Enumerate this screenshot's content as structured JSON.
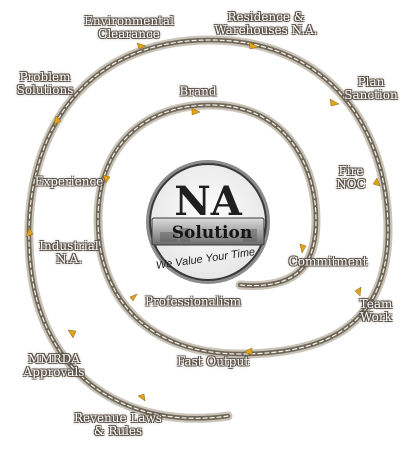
{
  "diagram": {
    "logo": {
      "title": "NA",
      "subtitle": "Solution",
      "tagline": "We Value Your Time"
    },
    "outer_ring_labels": [
      {
        "id": "environmental-clearance",
        "lines": [
          "Environmental",
          "Clearance"
        ]
      },
      {
        "id": "residence-warehouses-na",
        "lines": [
          "Residence &",
          "Warehouses N.A."
        ]
      },
      {
        "id": "plan-sanction",
        "lines": [
          "Plan",
          "Sanction"
        ]
      },
      {
        "id": "fire-noc",
        "lines": [
          "Fire",
          "NOC"
        ]
      },
      {
        "id": "team-work",
        "lines": [
          "Team",
          "Work"
        ]
      },
      {
        "id": "fast-output",
        "lines": [
          "Fast Output"
        ]
      },
      {
        "id": "revenue-laws-rules",
        "lines": [
          "Revenue Laws",
          "& Rules"
        ]
      },
      {
        "id": "mmrda-approvals",
        "lines": [
          "MMRDA",
          "Approvals"
        ]
      },
      {
        "id": "industrial-na",
        "lines": [
          "Industrial",
          "N.A."
        ]
      },
      {
        "id": "problem-solutions",
        "lines": [
          "Problem",
          "Solutions"
        ]
      }
    ],
    "inner_ring_labels": [
      {
        "id": "brand",
        "lines": [
          "Brand"
        ]
      },
      {
        "id": "experience",
        "lines": [
          "Experience"
        ]
      },
      {
        "id": "professionalism",
        "lines": [
          "Professionalism"
        ]
      },
      {
        "id": "commitment",
        "lines": [
          "Commitment"
        ]
      }
    ],
    "colors": {
      "track_outer": "#b9b2a6",
      "track_inner": "#7a7266",
      "track_dash": "#fdfbf5",
      "arrow": "#e0a21a",
      "logo_dark": "#1f1f1f",
      "logo_ring": "#9a9a9a"
    }
  }
}
